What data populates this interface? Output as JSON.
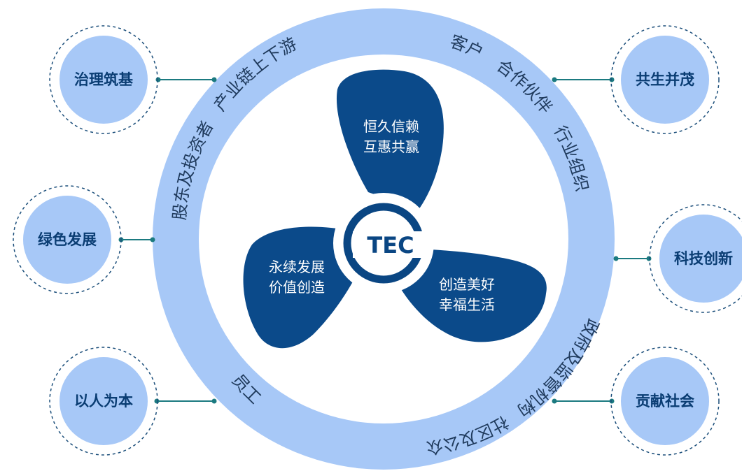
{
  "logo": {
    "text": "TEC"
  },
  "blades": [
    {
      "line1": "恒久信赖",
      "line2": "互惠共赢"
    },
    {
      "line1": "永续发展",
      "line2": "价值创造"
    },
    {
      "line1": "创造美好",
      "line2": "幸福生活"
    }
  ],
  "ring_labels": {
    "shareholders": "股东及投资者",
    "supply_chain": "产业链上下游",
    "customers": "客户",
    "partners": "合作伙伴",
    "industry_orgs": "行业组织",
    "government": "政府及监管机构",
    "community": "社区及公众",
    "employees": "员工"
  },
  "nodes": {
    "governance": "治理筑基",
    "green": "绿色发展",
    "people": "以人为本",
    "symbiosis": "共生并茂",
    "innovation": "科技创新",
    "society": "贡献社会"
  },
  "colors": {
    "ring": "#a7c8f7",
    "blade": "#0b4a8a",
    "node_fill": "#a7c8f7",
    "node_text": "#0a3d73",
    "connector": "#1b7a80",
    "ring_text": "#1f3a5c"
  }
}
